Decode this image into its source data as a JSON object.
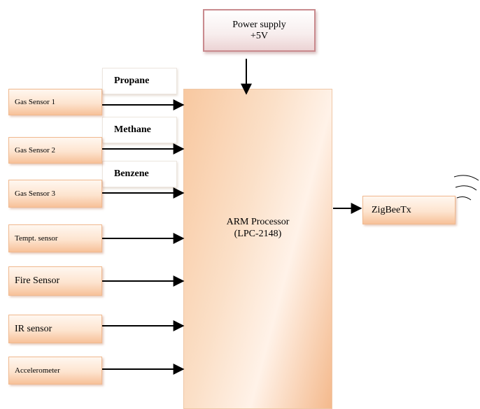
{
  "power_supply": {
    "line1": "Power supply",
    "line2": "+5V"
  },
  "processor": {
    "line1": "ARM Processor",
    "line2": "(LPC-2148)"
  },
  "zigbee": {
    "label": "ZigBeeTx"
  },
  "sensors": [
    {
      "label": "Gas Sensor 1"
    },
    {
      "label": "Gas Sensor 2"
    },
    {
      "label": "Gas Sensor  3"
    },
    {
      "label": "Tempt. sensor"
    },
    {
      "label": "Fire Sensor"
    },
    {
      "label": "IR sensor"
    },
    {
      "label": "Accelerometer"
    }
  ],
  "gases": [
    {
      "label": "Propane"
    },
    {
      "label": "Methane"
    },
    {
      "label": "Benzene"
    }
  ],
  "colors": {
    "box_fill": "#fde4cf",
    "box_border": "#f0b98f",
    "power_border": "#c98a8e",
    "processor_fill": "#fbe0c8"
  }
}
